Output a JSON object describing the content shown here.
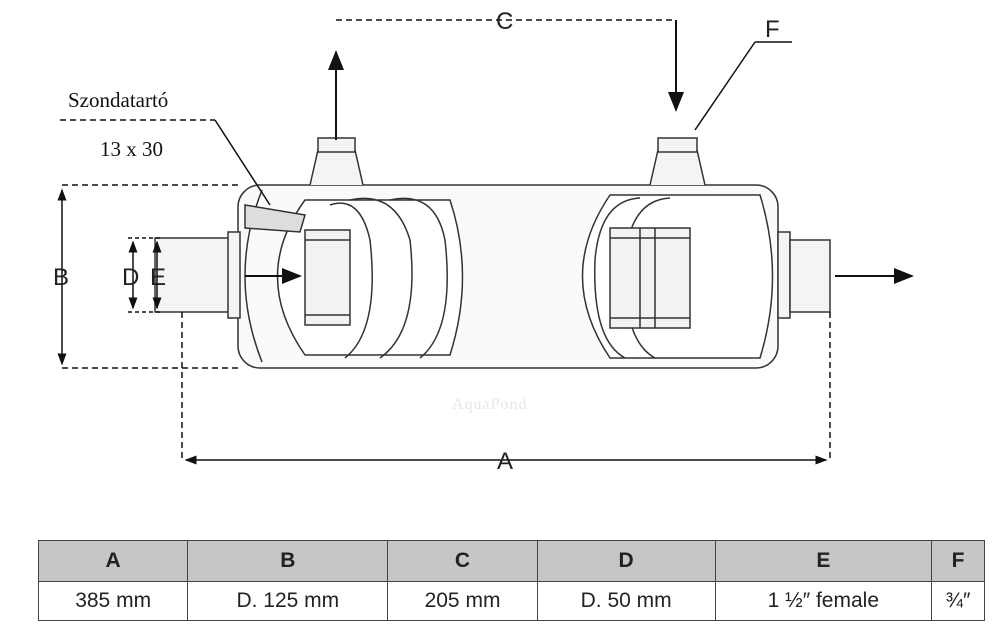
{
  "labels": {
    "A": "A",
    "B": "B",
    "C": "C",
    "D": "D",
    "E": "E",
    "F": "F"
  },
  "probe_holder": {
    "title": "Szondatartó",
    "size": "13 x 30"
  },
  "watermark": "AquaPond",
  "table": {
    "headers": [
      "A",
      "B",
      "C",
      "D",
      "E",
      "F"
    ],
    "values": [
      "385 mm",
      "D. 125 mm",
      "205 mm",
      "D. 50 mm",
      "1 ½″ female",
      "¾″"
    ]
  }
}
